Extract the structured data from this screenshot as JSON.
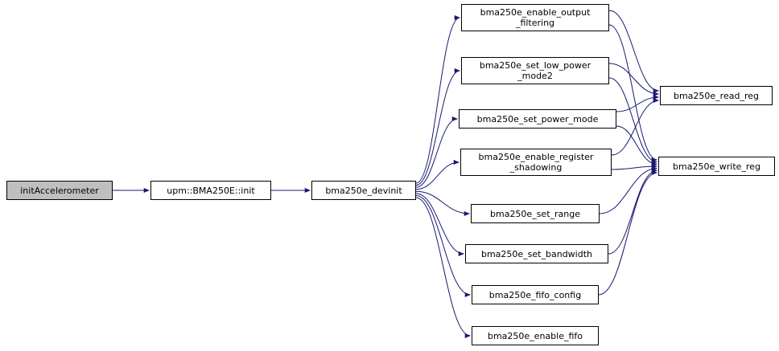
{
  "diagram": {
    "type": "call-graph",
    "edge_color": "#191970",
    "node_border_color": "#000000",
    "node_fill": "#ffffff",
    "highlight_fill": "#bfbfbf",
    "nodes": [
      {
        "id": "init_accelerometer",
        "label": "initAccelerometer",
        "highlighted": true
      },
      {
        "id": "bma250e_init",
        "label": "upm::BMA250E::init"
      },
      {
        "id": "devinit",
        "label": "bma250e_devinit"
      },
      {
        "id": "enable_output_filtering",
        "label": "bma250e_enable_output\n_filtering"
      },
      {
        "id": "set_low_power_mode2",
        "label": "bma250e_set_low_power\n_mode2"
      },
      {
        "id": "set_power_mode",
        "label": "bma250e_set_power_mode"
      },
      {
        "id": "enable_register_shadowing",
        "label": "bma250e_enable_register\n_shadowing"
      },
      {
        "id": "set_range",
        "label": "bma250e_set_range"
      },
      {
        "id": "set_bandwidth",
        "label": "bma250e_set_bandwidth"
      },
      {
        "id": "fifo_config",
        "label": "bma250e_fifo_config"
      },
      {
        "id": "enable_fifo",
        "label": "bma250e_enable_fifo"
      },
      {
        "id": "read_reg",
        "label": "bma250e_read_reg"
      },
      {
        "id": "write_reg",
        "label": "bma250e_write_reg"
      }
    ],
    "edges": [
      {
        "from": "init_accelerometer",
        "to": "bma250e_init"
      },
      {
        "from": "bma250e_init",
        "to": "devinit"
      },
      {
        "from": "devinit",
        "to": "enable_output_filtering"
      },
      {
        "from": "devinit",
        "to": "set_low_power_mode2"
      },
      {
        "from": "devinit",
        "to": "set_power_mode"
      },
      {
        "from": "devinit",
        "to": "enable_register_shadowing"
      },
      {
        "from": "devinit",
        "to": "set_range"
      },
      {
        "from": "devinit",
        "to": "set_bandwidth"
      },
      {
        "from": "devinit",
        "to": "fifo_config"
      },
      {
        "from": "devinit",
        "to": "enable_fifo"
      },
      {
        "from": "enable_output_filtering",
        "to": "read_reg"
      },
      {
        "from": "enable_output_filtering",
        "to": "write_reg"
      },
      {
        "from": "set_low_power_mode2",
        "to": "read_reg"
      },
      {
        "from": "set_low_power_mode2",
        "to": "write_reg"
      },
      {
        "from": "set_power_mode",
        "to": "read_reg"
      },
      {
        "from": "set_power_mode",
        "to": "write_reg"
      },
      {
        "from": "enable_register_shadowing",
        "to": "read_reg"
      },
      {
        "from": "enable_register_shadowing",
        "to": "write_reg"
      },
      {
        "from": "set_range",
        "to": "write_reg"
      },
      {
        "from": "set_bandwidth",
        "to": "write_reg"
      },
      {
        "from": "fifo_config",
        "to": "write_reg"
      }
    ]
  }
}
